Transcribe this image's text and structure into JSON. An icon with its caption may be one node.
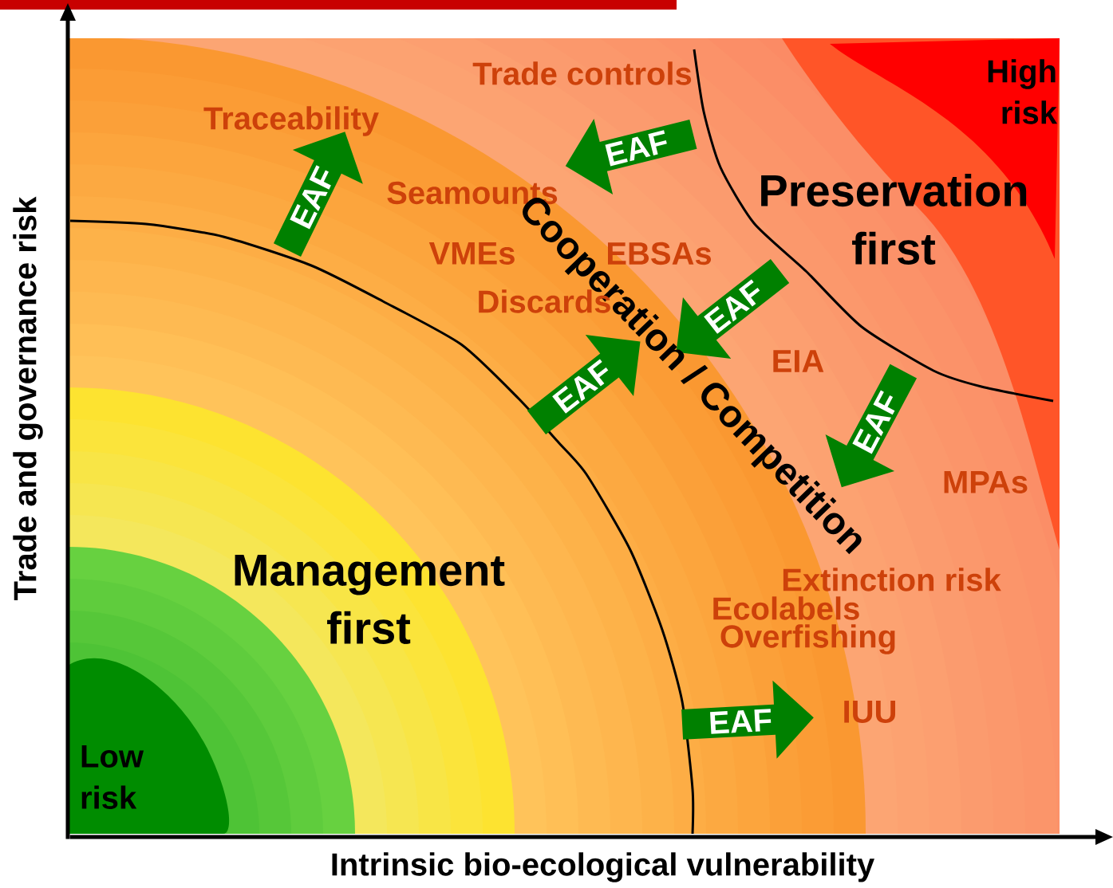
{
  "diagram": {
    "nodes": [
      {
        "text": [
          "EAF"
        ]
      },
      {
        "text": [
          "EAF"
        ]
      },
      {
        "text": [
          "EAF"
        ]
      },
      {
        "text": [
          "EAF"
        ]
      },
      {
        "text": [
          "EAF"
        ]
      },
      {
        "text": [
          "EAF"
        ]
      }
    ],
    "labels": [
      "Trade controls",
      "High risk",
      "Traceability",
      "Preservation first",
      "Seamounts",
      "Cooperation / Competition",
      "VMEs",
      "EBSAs",
      "Discards",
      "EIA",
      "Ecolabels",
      "MPAs",
      "Management first",
      "Extinction risk",
      "Overfishing",
      "IUU",
      "Low risk",
      "Trade and governance risk",
      "Intrinsic bio-ecological vulnerability"
    ]
  }
}
